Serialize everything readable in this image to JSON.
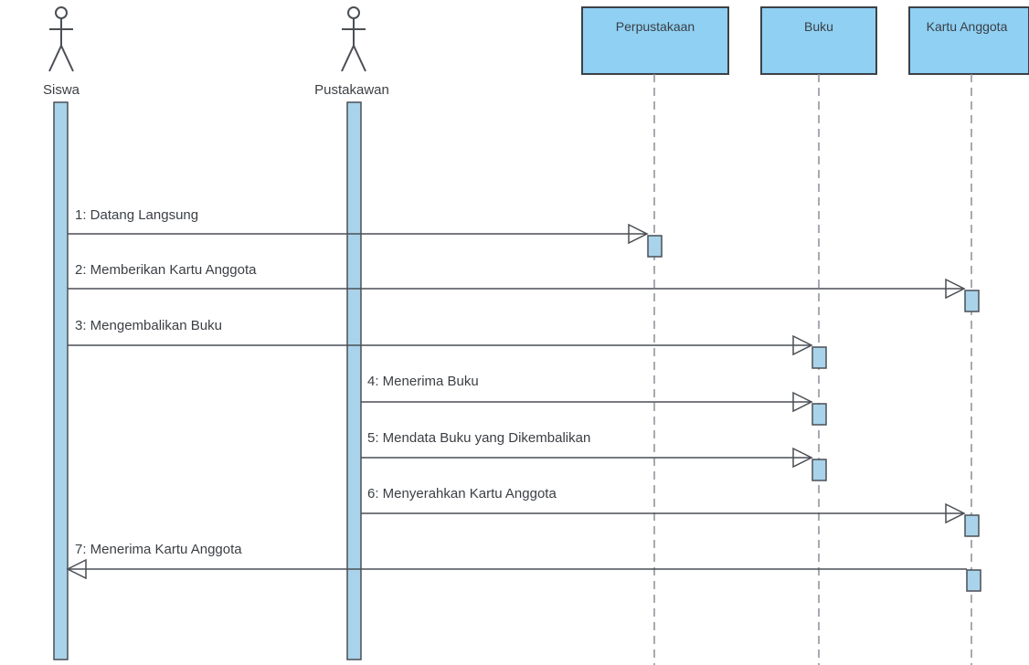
{
  "actors": [
    {
      "id": "siswa",
      "label": "Siswa"
    },
    {
      "id": "pustakawan",
      "label": "Pustakawan"
    }
  ],
  "objects": [
    {
      "id": "perpustakaan",
      "label": "Perpustakaan"
    },
    {
      "id": "buku",
      "label": "Buku"
    },
    {
      "id": "kartu",
      "label": "Kartu Anggota"
    }
  ],
  "messages": [
    {
      "label": "1: Datang Langsung",
      "from": "siswa",
      "to": "perpustakaan"
    },
    {
      "label": "2: Memberikan Kartu Anggota",
      "from": "siswa",
      "to": "kartu"
    },
    {
      "label": "3: Mengembalikan Buku",
      "from": "siswa",
      "to": "buku"
    },
    {
      "label": "4: Menerima Buku",
      "from": "pustakawan",
      "to": "buku"
    },
    {
      "label": "5: Mendata Buku yang Dikembalikan",
      "from": "pustakawan",
      "to": "buku"
    },
    {
      "label": "6: Menyerahkan Kartu Anggota",
      "from": "pustakawan",
      "to": "kartu"
    },
    {
      "label": "7: Menerima Kartu Anggota",
      "from": "kartu",
      "to": "siswa"
    }
  ],
  "colors": {
    "object_fill": "#8fd0f3",
    "activation_fill": "#a9d3ea",
    "stroke": "#4a4f55",
    "lifeline": "#8a8f95"
  }
}
